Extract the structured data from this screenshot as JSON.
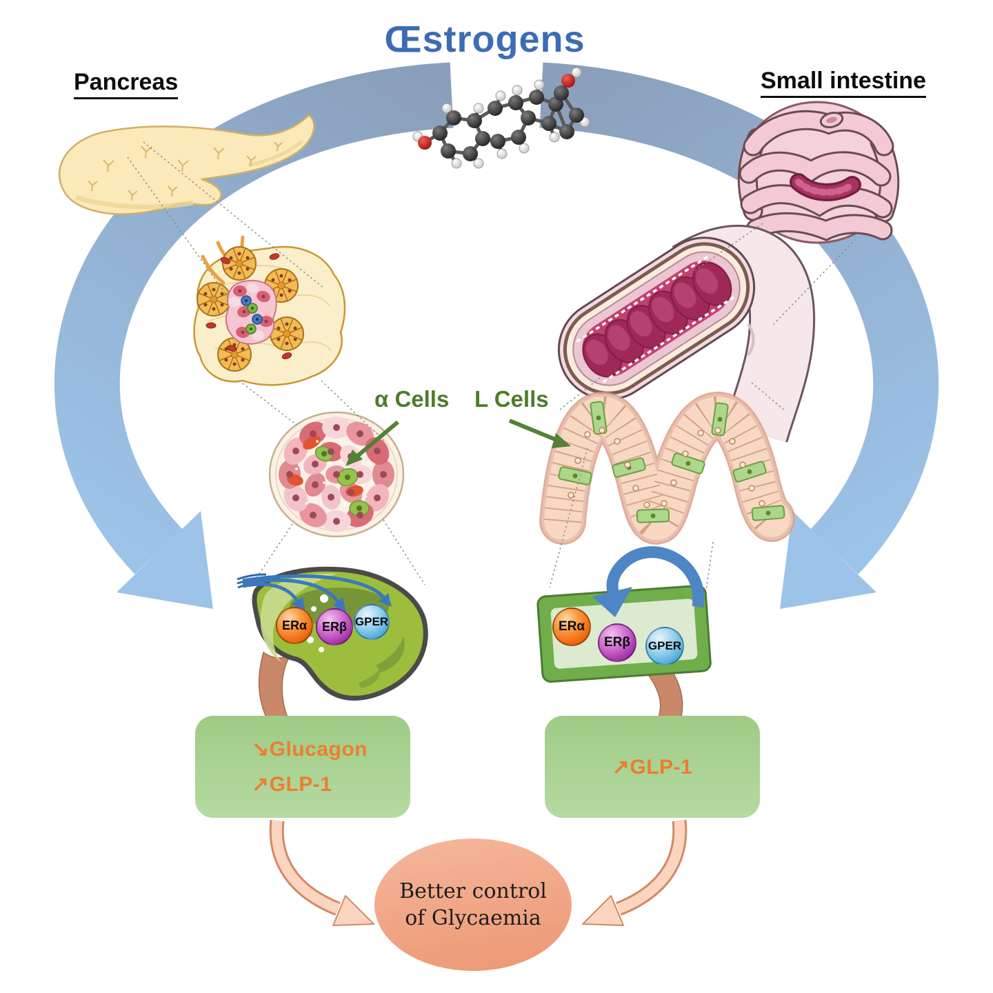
{
  "title": "Œstrogens",
  "left": {
    "organ_label": "Pancreas",
    "cell_label": "α Cells",
    "receptors": [
      "ERα",
      "ERβ",
      "GPER"
    ],
    "outcome_lines": [
      "↘Glucagon",
      "↗GLP-1"
    ]
  },
  "right": {
    "organ_label": "Small intestine",
    "cell_label": "L Cells",
    "receptors": [
      "ERα",
      "ERβ",
      "GPER"
    ],
    "outcome_lines": [
      "↗GLP-1"
    ]
  },
  "conclusion": {
    "line1": "Better control",
    "line2": "of Glycaemia"
  },
  "colors": {
    "title_blue": "#3D6CB5",
    "flow_band_start": "#8A9FBB",
    "flow_band_end": "#9CC3E8",
    "cell_label_green": "#4E7C2B",
    "outcome_box_green": "#A9D18E",
    "outcome_text_orange": "#ED7D31",
    "receptor_era_orange": "#F07020",
    "receptor_erb_purple": "#B24FB2",
    "receptor_gper_blue": "#5BB8DC",
    "conclusion_ellipse_salmon": "#F2A988"
  }
}
